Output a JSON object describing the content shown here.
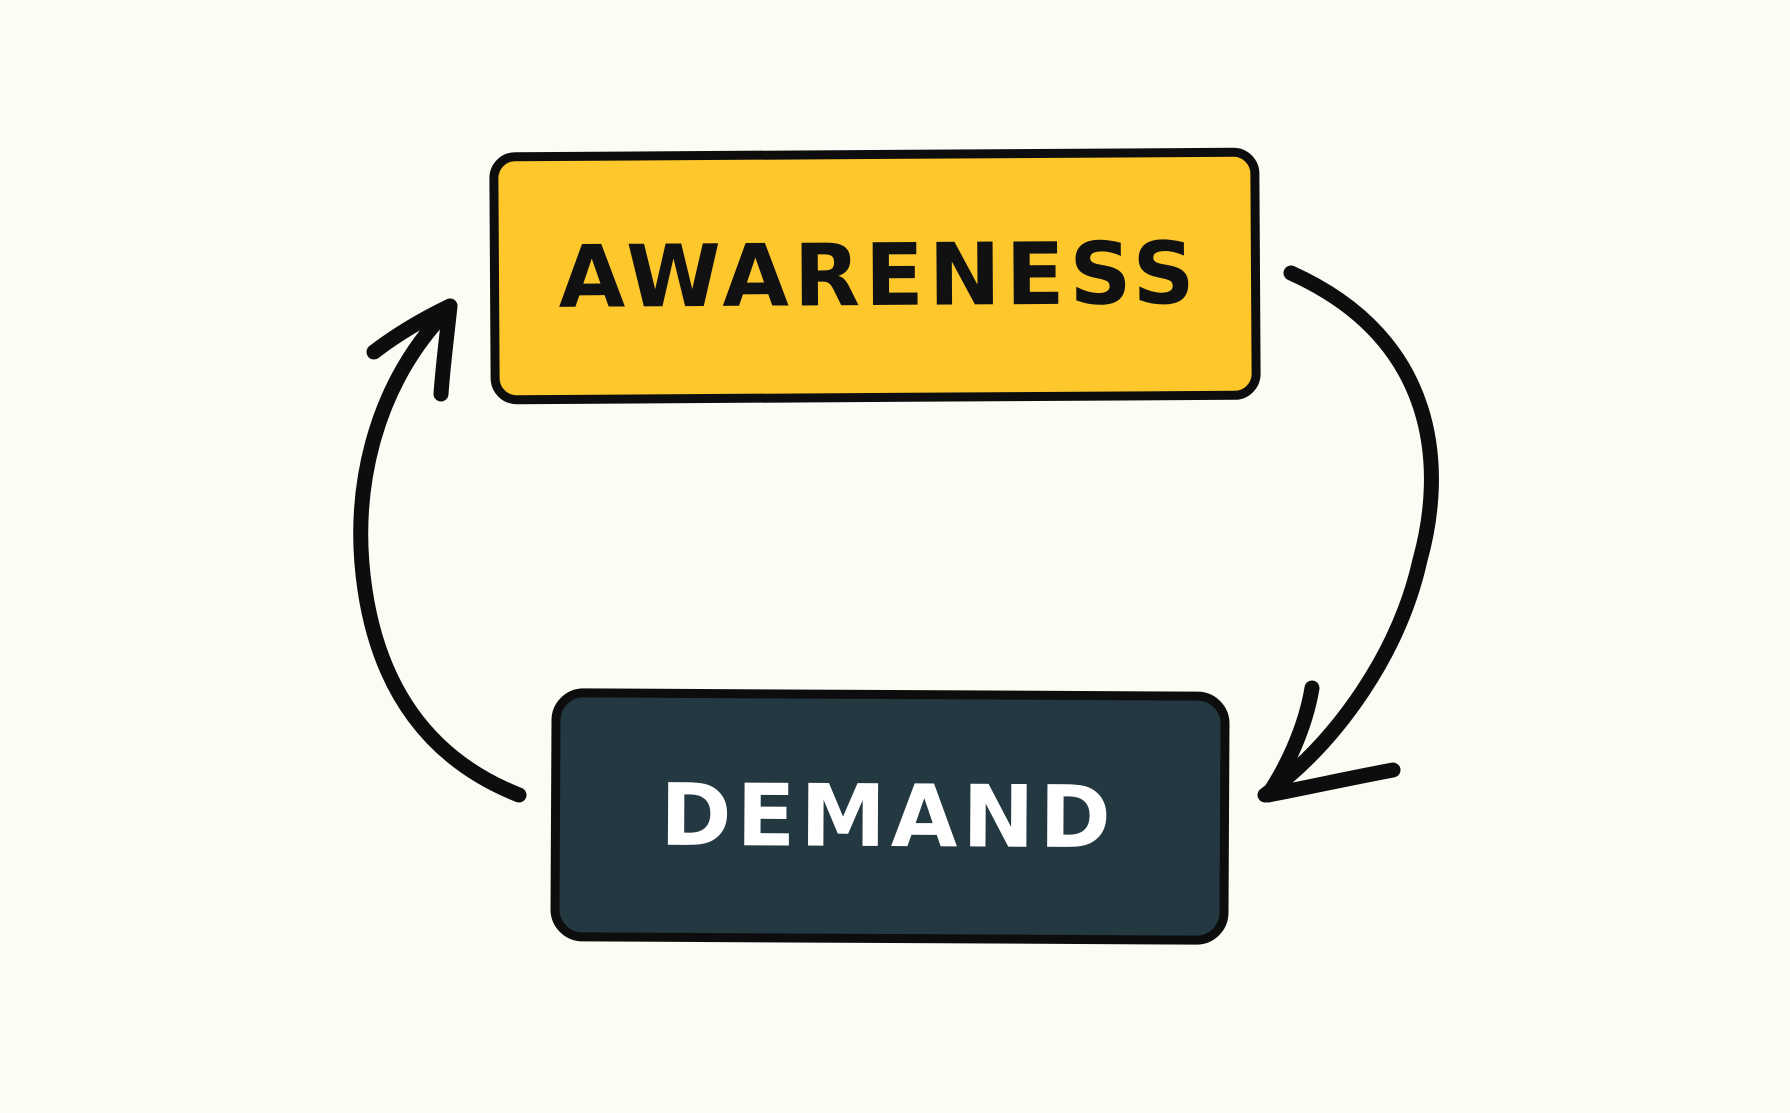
{
  "nodes": [
    {
      "id": "awareness",
      "label": "AWARENESS",
      "fill": "#FEC82D",
      "text_color": "#111111"
    },
    {
      "id": "demand",
      "label": "DEMAND",
      "fill": "#233840",
      "text_color": "#FFFFFF"
    }
  ],
  "edges": [
    {
      "from": "awareness",
      "to": "demand",
      "style": "curved-arrow"
    },
    {
      "from": "demand",
      "to": "awareness",
      "style": "curved-arrow"
    }
  ],
  "colors": {
    "background": "#FCFBF4",
    "stroke": "#0D0D0D"
  }
}
